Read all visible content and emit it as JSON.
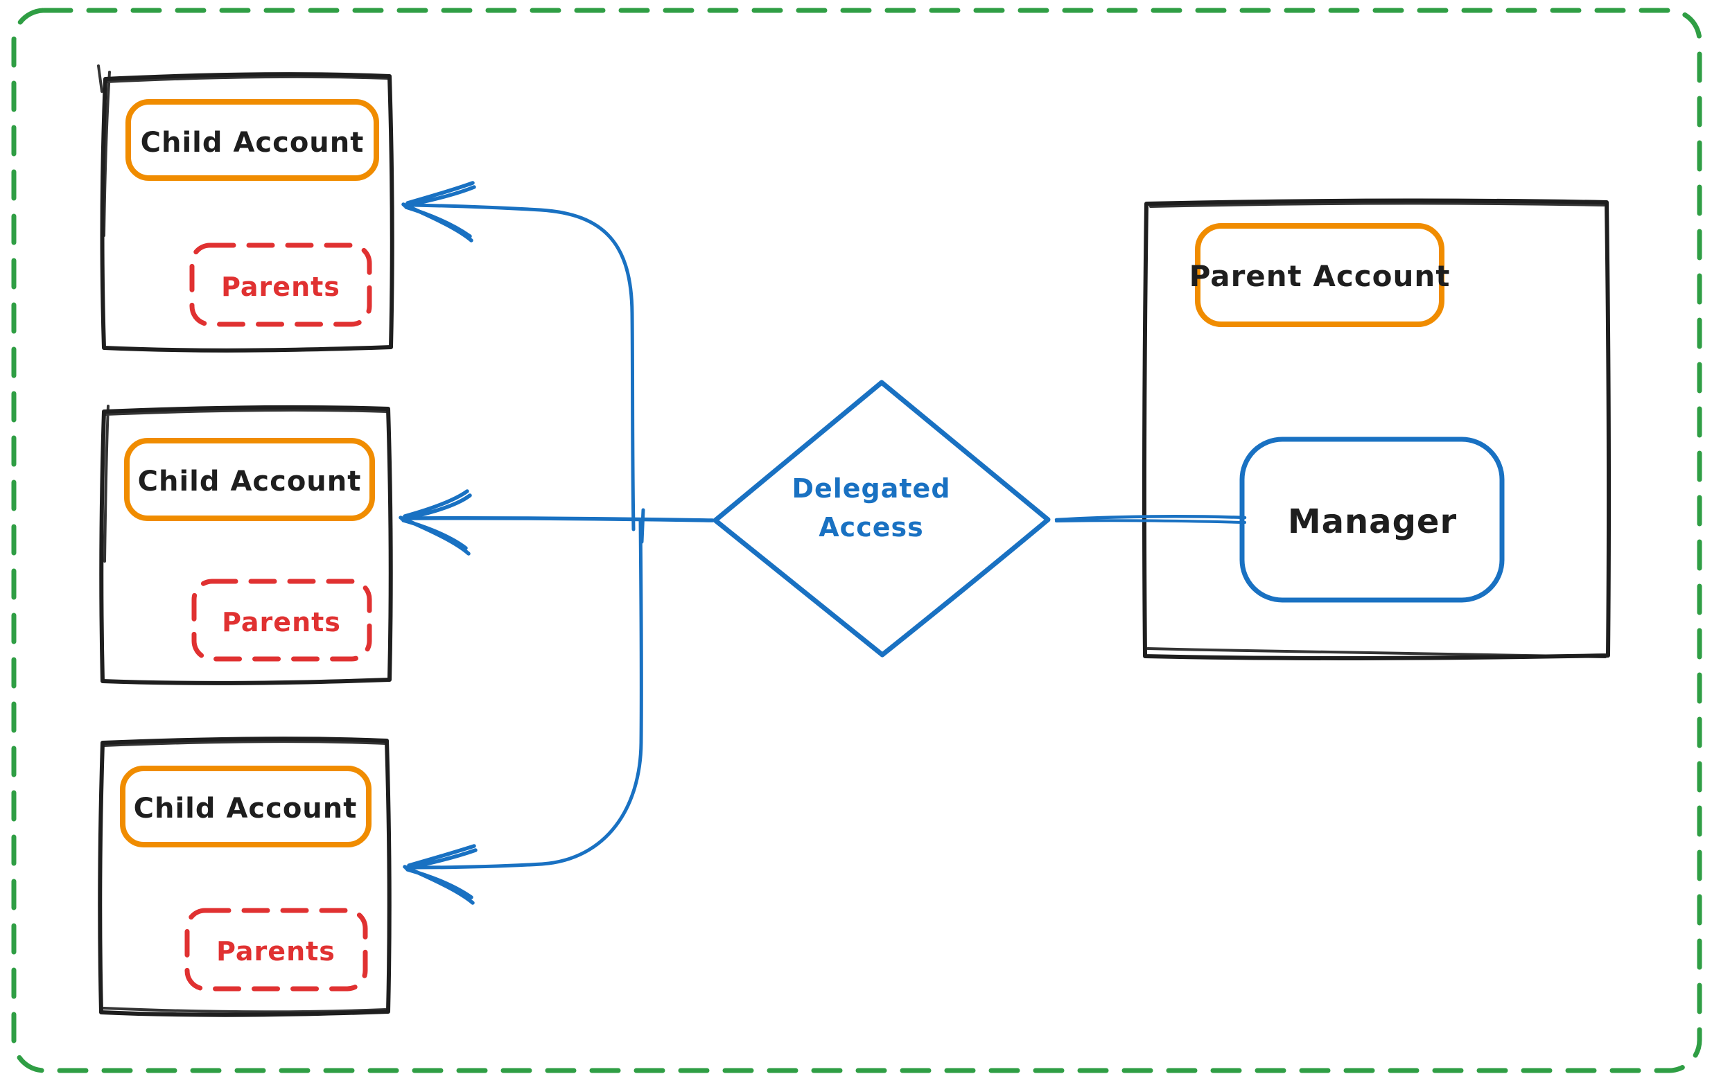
{
  "colors": {
    "border_green": "#2f9e44",
    "node_black": "#1e1e1e",
    "orange": "#f08c00",
    "orange_hatch": "#ffd43b",
    "red": "#e03131",
    "red_hatch": "#ffc9c9",
    "blue": "#1971c2",
    "blue_hatch": "#a5d8ff",
    "background": "#ffffff"
  },
  "nodes": {
    "child_accounts": [
      {
        "label": "Child Account",
        "sub_label": "Parents"
      },
      {
        "label": "Child Account",
        "sub_label": "Parents"
      },
      {
        "label": "Child Account",
        "sub_label": "Parents"
      }
    ],
    "parent_account": {
      "label": "Parent Account",
      "manager": "Manager"
    },
    "decision": {
      "line1": "Delegated",
      "line2": "Access"
    }
  }
}
